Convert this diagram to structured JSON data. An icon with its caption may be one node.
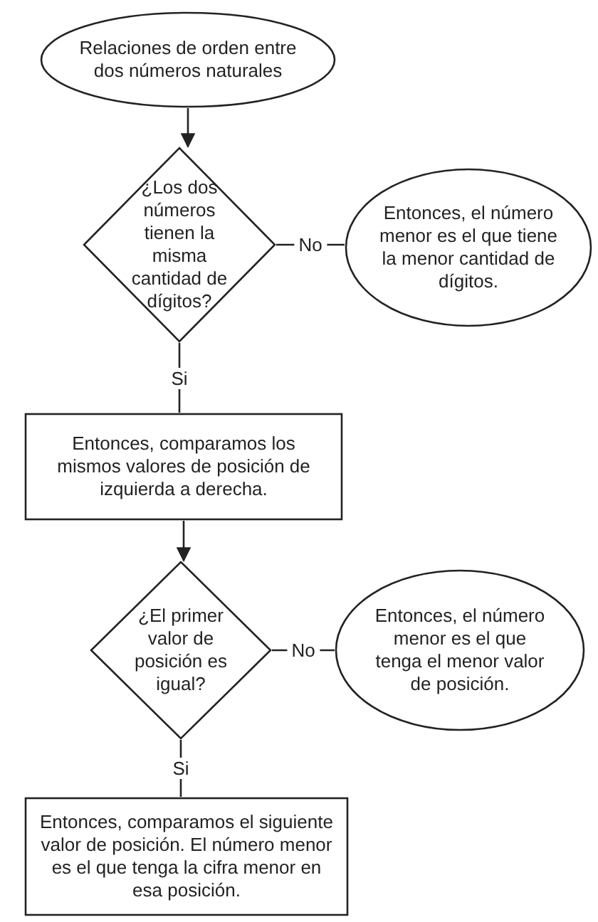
{
  "diagram": {
    "nodes": [
      {
        "text": [
          "Relaciones de orden entre dos números naturales"
        ]
      },
      {
        "text": [
          "¿Los dos números tienen la misma cantidad de dígitos?"
        ]
      },
      {
        "text": [
          "Entonces, el número menor es el que tiene la menor cantidad de dígitos."
        ]
      },
      {
        "text": [
          "Entonces, comparamos los mismos valores de posición de izquierda a derecha."
        ]
      },
      {
        "text": [
          "¿El primer valor de posición es igual?"
        ]
      },
      {
        "text": [
          "Entonces, el número menor es el que tenga el menor valor de posición."
        ]
      },
      {
        "text": [
          "Entonces, comparamos el siguiente valor de posición. El número menor es el que tenga la cifra menor en esa posición."
        ]
      }
    ],
    "edges": [
      {
        "from": 0,
        "to": 1,
        "arrow": "to"
      },
      {
        "from": 1,
        "to": 2,
        "arrow": "none",
        "label": "No"
      },
      {
        "from": 1,
        "to": 3,
        "arrow": "none",
        "label": "Si"
      },
      {
        "from": 3,
        "to": 4,
        "arrow": "to"
      },
      {
        "from": 4,
        "to": 5,
        "arrow": "none",
        "label": "No"
      },
      {
        "from": 4,
        "to": 6,
        "arrow": "none",
        "label": "Si"
      }
    ]
  }
}
